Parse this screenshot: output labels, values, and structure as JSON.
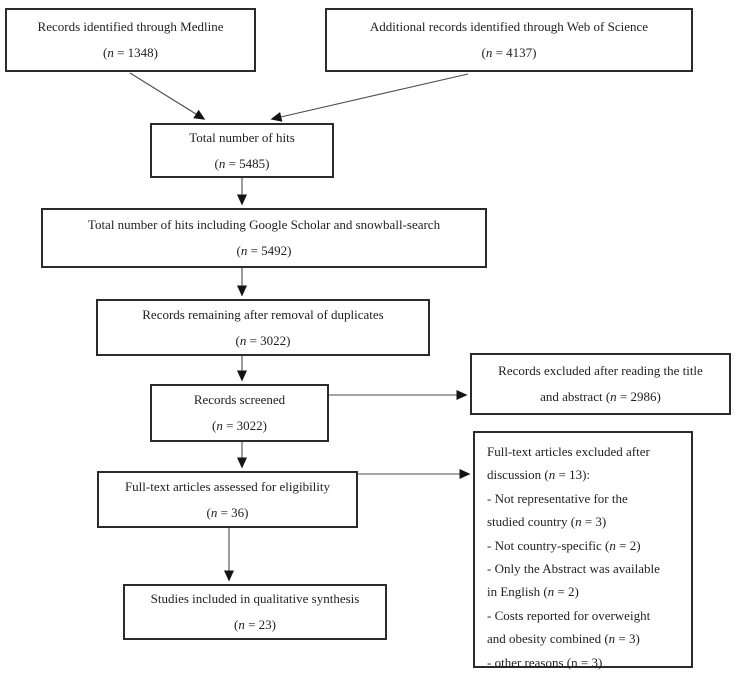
{
  "diagram": {
    "colors": {
      "background": "#ffffff",
      "border": "#2b2b2b",
      "text": "#1f1f1f",
      "arrow_line": "#4c4c4c",
      "arrow_head": "#141414"
    },
    "boxes": {
      "medline": {
        "lines": [
          "Records identified through Medline",
          "(*n* = 1348)"
        ]
      },
      "web_of_science": {
        "lines": [
          "Additional records identified through Web of Science",
          "(*n* = 4137)"
        ]
      },
      "total_hits": {
        "lines": [
          "Total number of hits",
          "(*n* = 5485)"
        ]
      },
      "total_hits_extended": {
        "lines": [
          "Total number of hits including Google Scholar and snowball-search",
          "(*n* = 5492)"
        ]
      },
      "duplicates_removed": {
        "lines": [
          "Records remaining after removal of duplicates",
          "(*n* = 3022)"
        ]
      },
      "screened": {
        "lines": [
          "Records screened",
          "(*n* = 3022)"
        ]
      },
      "excluded_title_abstract": {
        "lines": [
          "Records excluded after reading the title",
          "and abstract (*n* = 2986)"
        ]
      },
      "fulltext_assessed": {
        "lines": [
          "Full-text articles assessed for eligibility",
          "(*n* = 36)"
        ]
      },
      "fulltext_excluded": {
        "lines": [
          "Full-text articles excluded after",
          "discussion (*n* = 13):",
          "- Not representative for the",
          "studied country (*n* = 3)",
          "- Not country-specific (*n* = 2)",
          "- Only the Abstract was available",
          "in English (*n* = 2)",
          "- Costs reported for overweight",
          "and obesity combined (*n* = 3)",
          "- other reasons (n = 3)"
        ]
      },
      "included_qualitative": {
        "lines": [
          "Studies included in qualitative synthesis",
          "(*n* = 23)"
        ]
      }
    }
  }
}
